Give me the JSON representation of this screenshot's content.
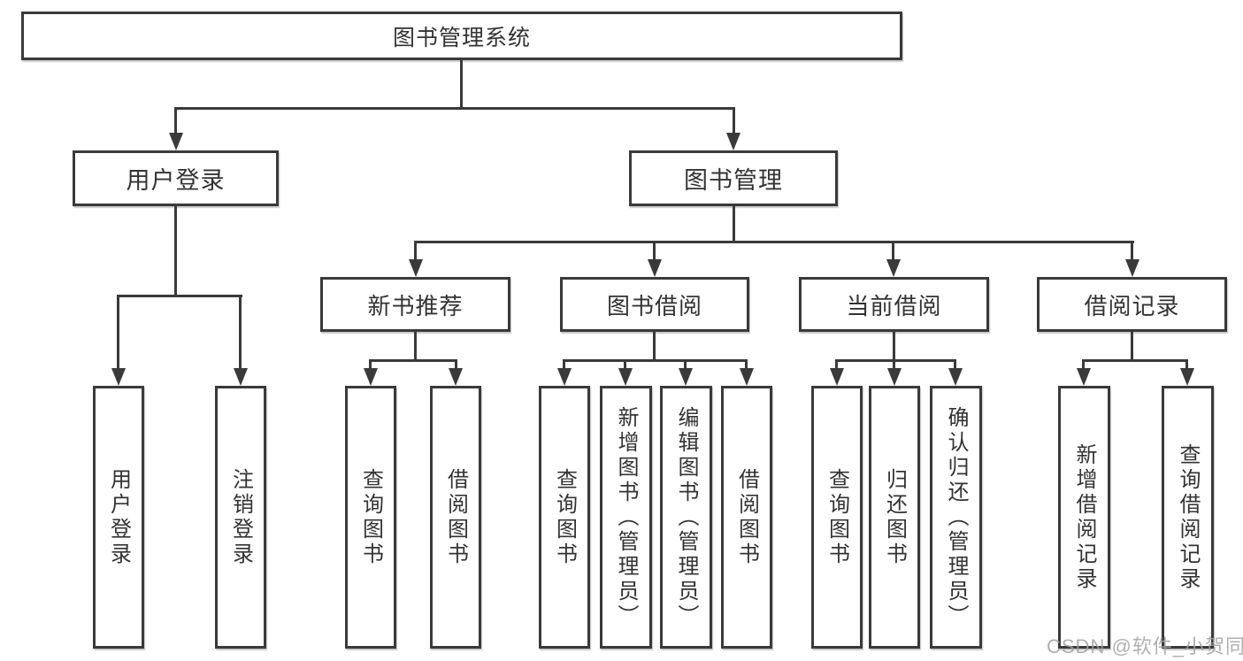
{
  "diagram": {
    "title": "图书管理系统",
    "nodes": {
      "user_login": "用户登录",
      "book_mgmt": "图书管理",
      "new_book_recommend": "新书推荐",
      "book_borrow": "图书借阅",
      "current_borrow": "当前借阅",
      "borrow_records": "借阅记录"
    },
    "leaves": {
      "user_login": [
        "用户登录",
        "注销登录"
      ],
      "new_book_recommend": [
        "查询图书",
        "借阅图书"
      ],
      "book_borrow": [
        "查询图书",
        "新增图书（管理员）",
        "编辑图书（管理员）",
        "借阅图书"
      ],
      "current_borrow": [
        "查询图书",
        "归还图书",
        "确认归还（管理员）"
      ],
      "borrow_records": [
        "新增借阅记录",
        "查询借阅记录"
      ]
    },
    "watermark": "CSDN @软件_小贺同学",
    "colors": {
      "line": "#3a3a3a",
      "text": "#333333",
      "watermark": "#a2a2a2",
      "background": "#ffffff"
    }
  }
}
